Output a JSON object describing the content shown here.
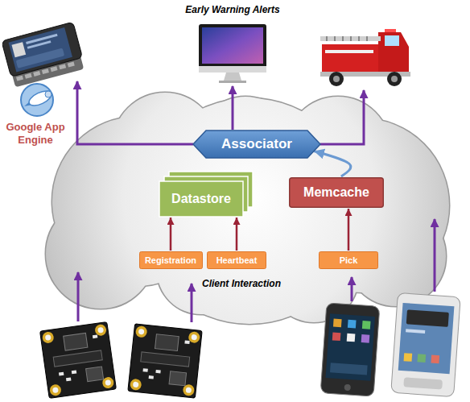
{
  "diagram": {
    "title": "Early Warning Alerts",
    "nodes": [
      {
        "text": [
          "Associator"
        ]
      },
      {
        "text": [
          "Datastore"
        ]
      },
      {
        "text": [
          "Memcache"
        ]
      },
      {
        "text": [
          "Registration"
        ]
      },
      {
        "text": [
          "Heartbeat"
        ]
      },
      {
        "text": [
          "Pick"
        ]
      }
    ],
    "edges": [
      {
        "from": 3,
        "to": 1,
        "arrow": "to"
      },
      {
        "from": 4,
        "to": 1,
        "arrow": "to"
      },
      {
        "from": 5,
        "to": 2,
        "arrow": "to"
      },
      {
        "from": 2,
        "to": 0,
        "arrow": "to"
      }
    ],
    "labels": [
      "Google App Engine",
      "Client Interaction"
    ]
  }
}
